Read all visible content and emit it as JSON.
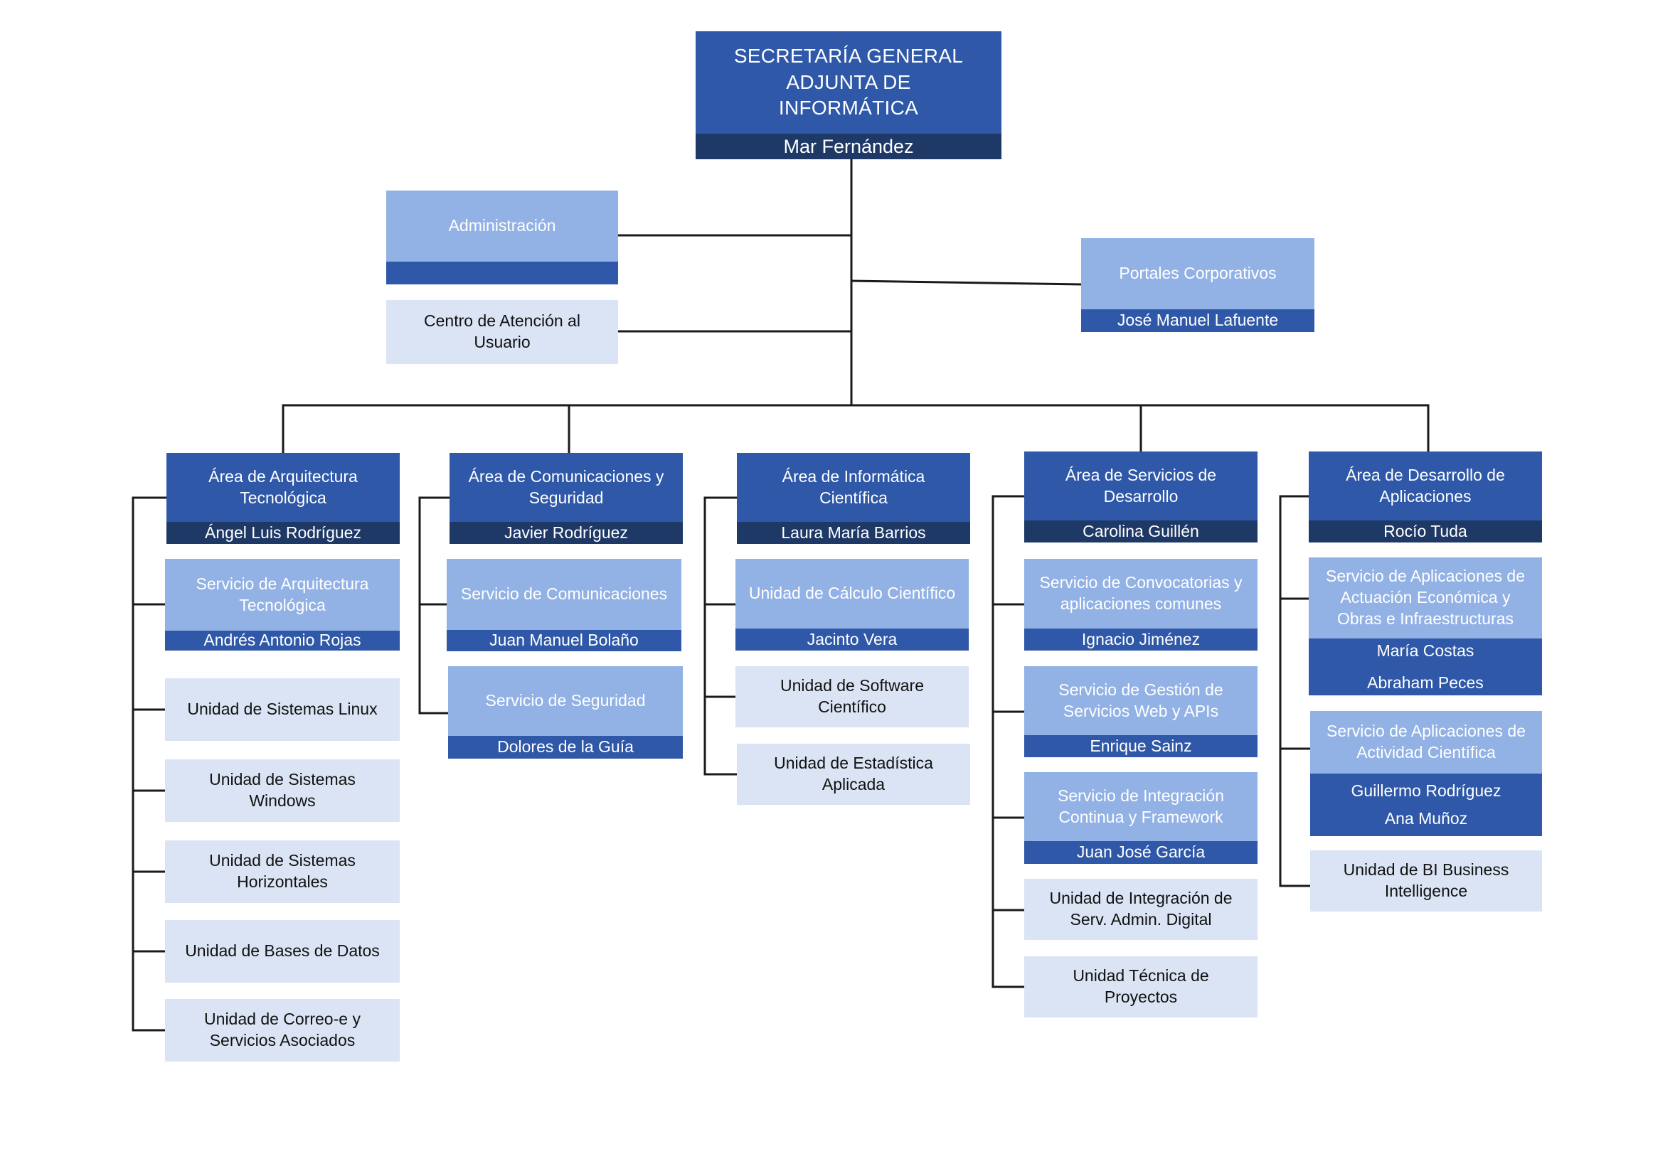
{
  "colors": {
    "dark_blue": "#2f58a8",
    "navy": "#1e3966",
    "light_blue": "#92b1e4",
    "pale_blue": "#dae4f4",
    "line": "#1a1a1a"
  },
  "root": {
    "title": "SECRETARÍA GENERAL ADJUNTA DE INFORMÁTICA",
    "person": "Mar Fernández"
  },
  "staff": {
    "administracion": {
      "title": "Administración",
      "person": ""
    },
    "cau": {
      "title": "Centro de Atención al Usuario"
    },
    "portales": {
      "title": "Portales  Corporativos",
      "person": "José Manuel Lafuente"
    }
  },
  "areas": [
    {
      "title": "Área de Arquitectura Tecnológica",
      "person": "Ángel Luis Rodríguez",
      "children": [
        {
          "kind": "service",
          "title": "Servicio  de Arquitectura Tecnológica",
          "people": [
            "Andrés Antonio Rojas"
          ]
        },
        {
          "kind": "unit",
          "title": "Unidad de Sistemas Linux"
        },
        {
          "kind": "unit",
          "title": "Unidad de Sistemas Windows"
        },
        {
          "kind": "unit",
          "title": "Unidad de Sistemas Horizontales"
        },
        {
          "kind": "unit",
          "title": "Unidad de Bases de Datos"
        },
        {
          "kind": "unit",
          "title": "Unidad de Correo-e  y Servicios  Asociados"
        }
      ]
    },
    {
      "title": "Área de Comunicaciones y Seguridad",
      "person": "Javier Rodríguez",
      "children": [
        {
          "kind": "service",
          "title": "Servicio  de Comunicaciones",
          "people": [
            "Juan Manuel Bolaño"
          ]
        },
        {
          "kind": "service",
          "title": "Servicio  de Seguridad",
          "people": [
            "Dolores de la Guía"
          ]
        }
      ]
    },
    {
      "title": "Área de Informática Científica",
      "person": "Laura María Barrios",
      "children": [
        {
          "kind": "service",
          "title": "Unidad de Cálculo Científico",
          "people": [
            "Jacinto Vera"
          ]
        },
        {
          "kind": "unit",
          "title": "Unidad de Software Científico"
        },
        {
          "kind": "unit",
          "title": "Unidad de Estadística Aplicada"
        }
      ]
    },
    {
      "title": "Área de Servicios de Desarrollo",
      "person": "Carolina Guillén",
      "children": [
        {
          "kind": "service",
          "title": "Servicio  de Convocatorias y aplicaciones comunes",
          "people": [
            "Ignacio Jiménez"
          ]
        },
        {
          "kind": "service",
          "title": "Servicio  de Gestión de Servicios  Web y APIs",
          "people": [
            "Enrique Sainz"
          ]
        },
        {
          "kind": "service",
          "title": "Servicio  de Integración Continua y Framework",
          "people": [
            "Juan José García"
          ]
        },
        {
          "kind": "unit",
          "title": "Unidad de Integración de Serv. Admin. Digital"
        },
        {
          "kind": "unit",
          "title": "Unidad Técnica de Proyectos"
        }
      ]
    },
    {
      "title": "Área de Desarrollo de Aplicaciones",
      "person": "Rocío Tuda",
      "children": [
        {
          "kind": "service",
          "title": "Servicio  de Aplicaciones de Actuación Económica y Obras e Infraestructuras",
          "people": [
            "María Costas",
            "Abraham Peces"
          ]
        },
        {
          "kind": "service",
          "title": "Servicio  de Aplicaciones de Actividad Científica",
          "people": [
            "Guillermo Rodríguez",
            "Ana Muñoz"
          ]
        },
        {
          "kind": "unit",
          "title": "Unidad de BI Business Intelligence"
        }
      ]
    }
  ]
}
